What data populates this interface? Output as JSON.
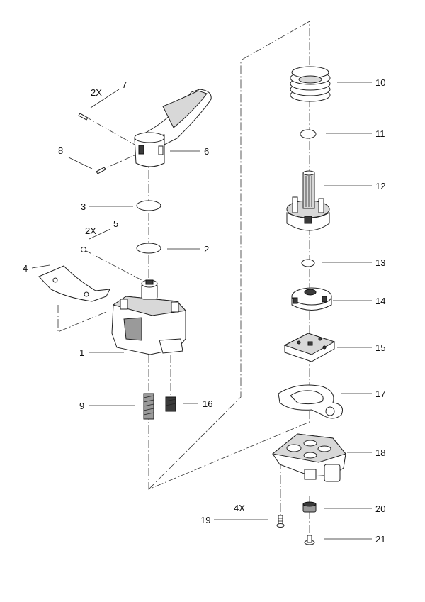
{
  "callouts": {
    "c1": "1",
    "c2": "2",
    "c3": "3",
    "c4": "4",
    "c5": "5",
    "c6": "6",
    "c7": "7",
    "c8": "8",
    "c9": "9",
    "c10": "10",
    "c11": "11",
    "c12": "12",
    "c13": "13",
    "c14": "14",
    "c15": "15",
    "c16": "16",
    "c17": "17",
    "c18": "18",
    "c19": "19",
    "c20": "20",
    "c21": "21"
  },
  "quantities": {
    "q7": "2X",
    "q5": "2X",
    "q19": "4X"
  }
}
